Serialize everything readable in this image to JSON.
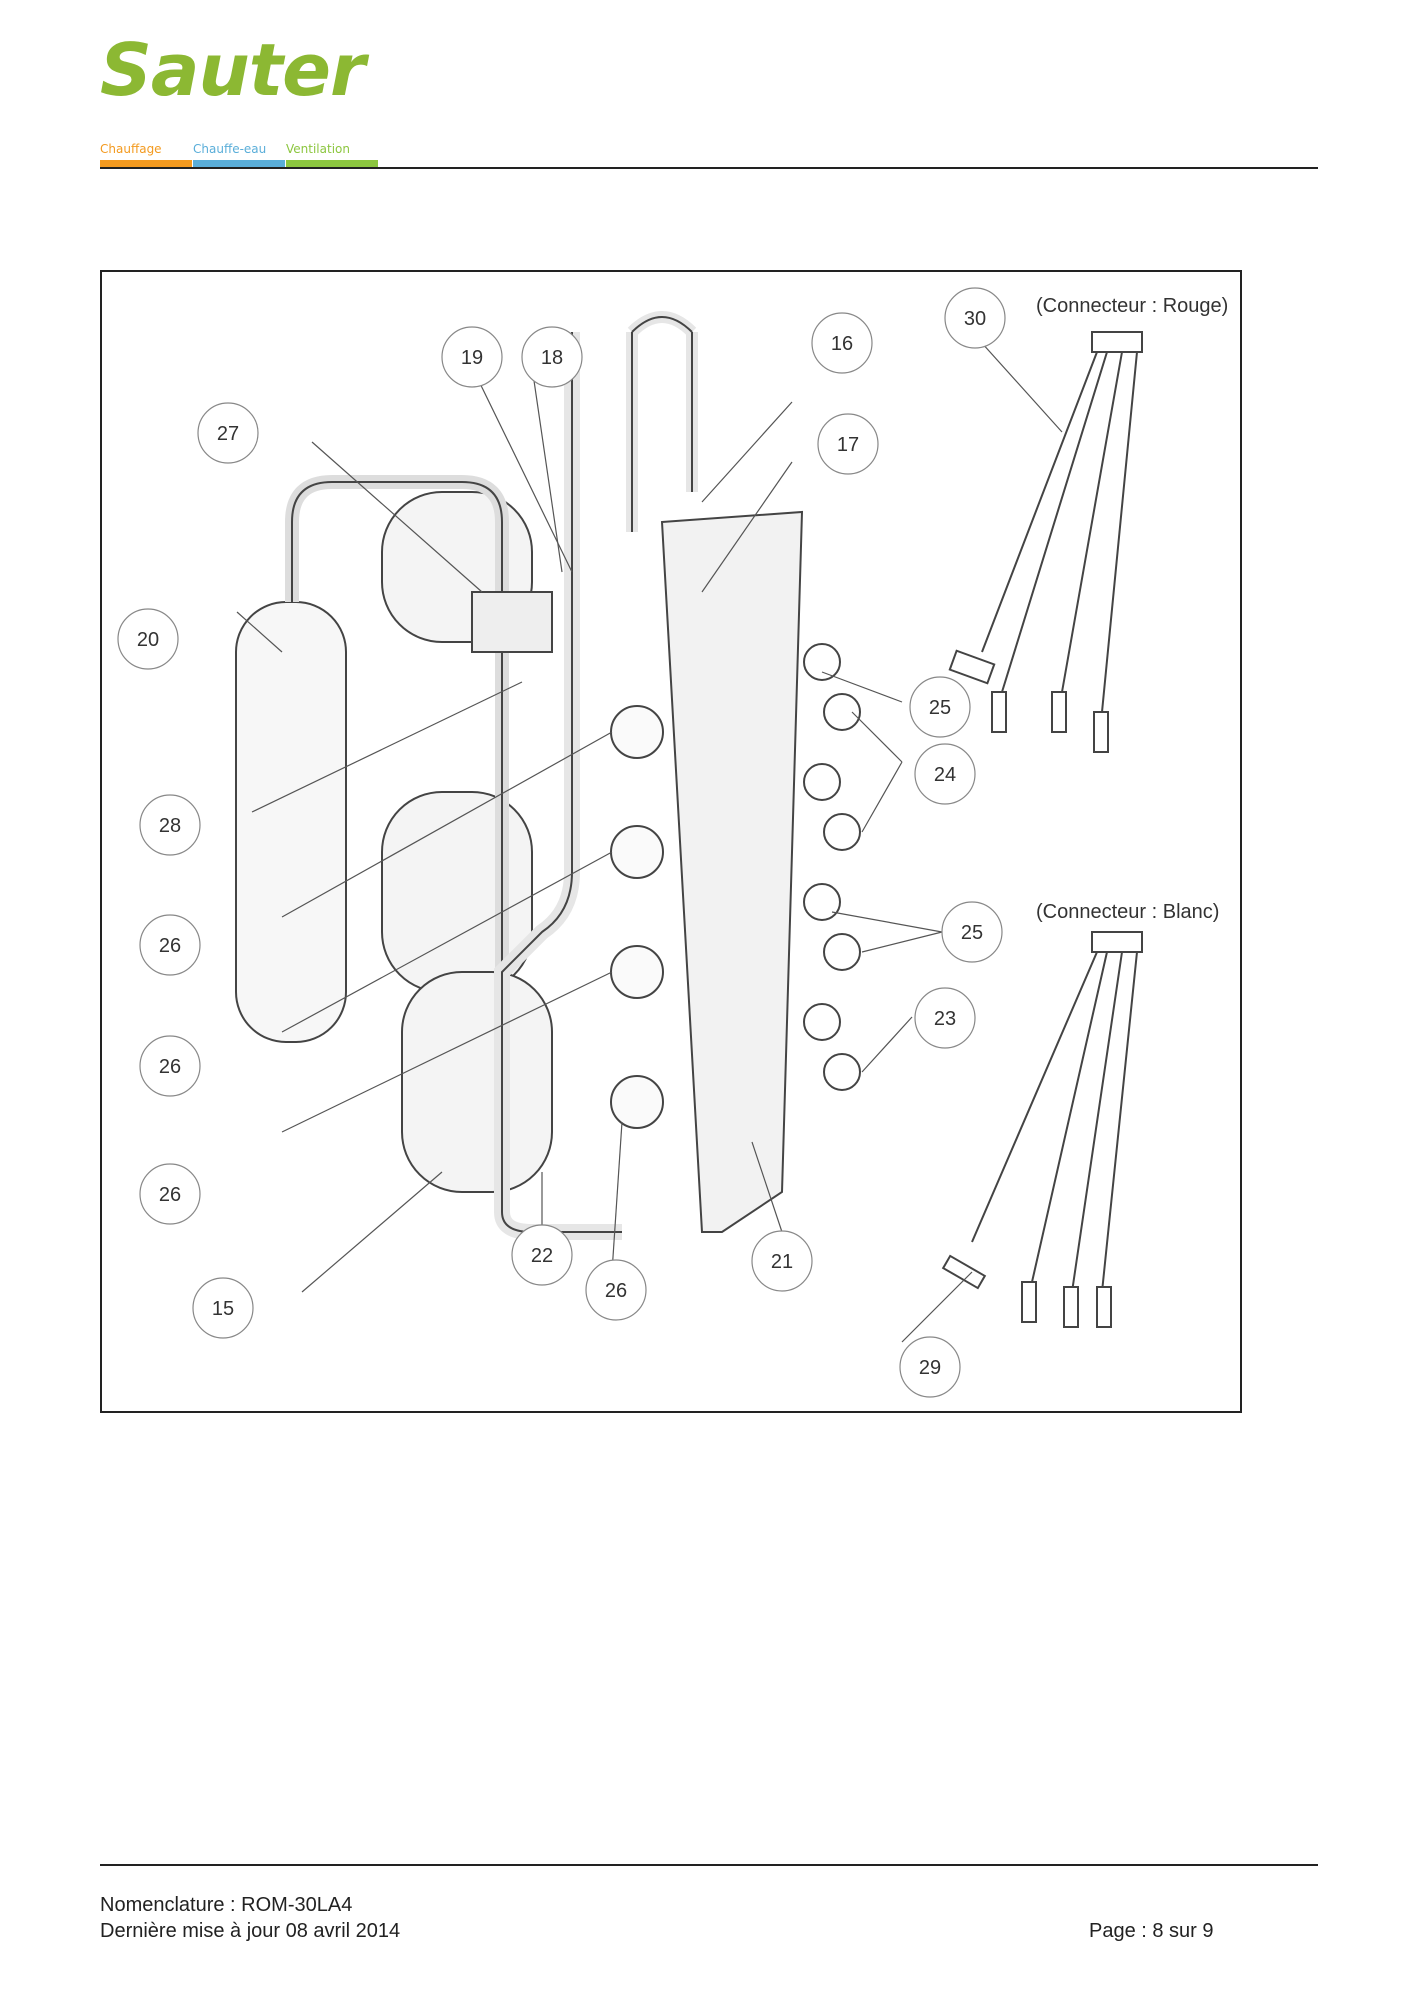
{
  "header": {
    "logo_text": "Sauter",
    "tabs": [
      {
        "label": "Chauffage",
        "color": "#f39a1f"
      },
      {
        "label": "Chauffe-eau",
        "color": "#5aaed9"
      },
      {
        "label": "Ventilation",
        "color": "#8cc63f"
      }
    ]
  },
  "diagram": {
    "callouts": [
      "30",
      "19",
      "18",
      "16",
      "27",
      "17",
      "20",
      "25",
      "24",
      "28",
      "26",
      "25",
      "26",
      "23",
      "26",
      "22",
      "21",
      "26",
      "15",
      "29"
    ],
    "connector_labels": [
      "(Connecteur : Rouge)",
      "(Connecteur : Blanc)"
    ]
  },
  "footer": {
    "line1": "Nomenclature : ROM-30LA4",
    "line2": "Dernière mise à jour 08 avril 2014",
    "page": "Page : 8 sur 9"
  }
}
